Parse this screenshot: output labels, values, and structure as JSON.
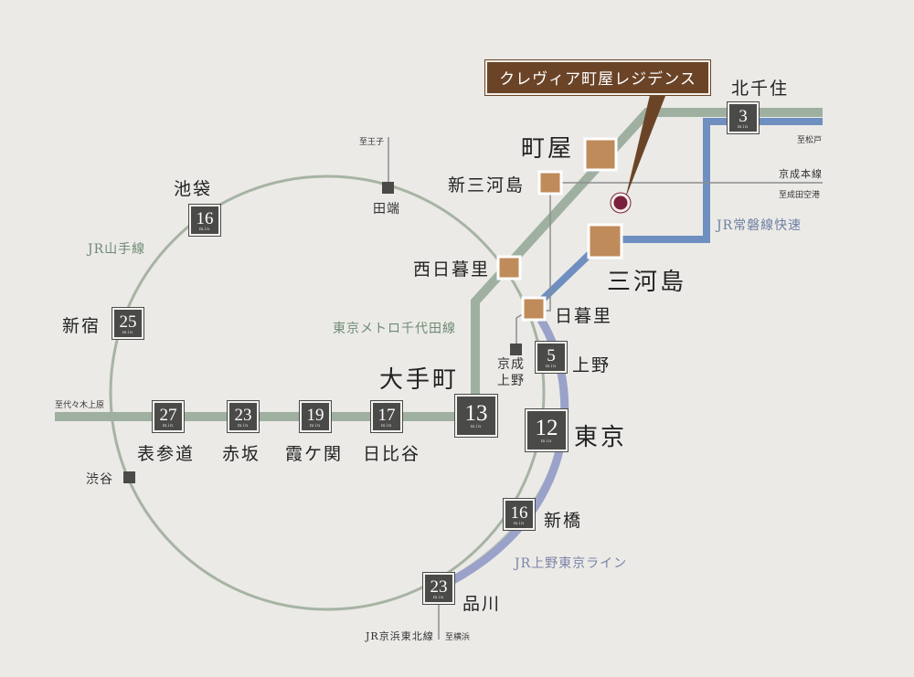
{
  "destination": {
    "name": "クレヴィア町屋レジデンス"
  },
  "colors": {
    "yamanote": "#a7b3a3",
    "chiyoda": "#9fb0a1",
    "joban": "#6f8fc0",
    "ueno_tokyo": "#9aa2c9",
    "station": "#c08b5a",
    "dest": "#6b4428",
    "pin": "#7a1f3c"
  },
  "lines": {
    "yamanote": "JR山手線",
    "chiyoda": "東京メトロ千代田線",
    "joban": "JR常磐線快速",
    "ueno_tokyo": "JR上野東京ライン",
    "keihin_tohoku": "JR京浜東北線",
    "keisei": "京成本線"
  },
  "directions": {
    "oji": "至王子",
    "yoyogi_uehara": "至代々木上原",
    "matsudo": "至松戸",
    "narita": "至成田空港",
    "yokohama": "至横浜"
  },
  "minute_unit": "min",
  "stations": {
    "kitasenju": {
      "name": "北千住",
      "min": "3"
    },
    "machiya": {
      "name": "町屋"
    },
    "shinmikawashima": {
      "name": "新三河島"
    },
    "mikawashima": {
      "name": "三河島"
    },
    "nishinippori": {
      "name": "西日暮里"
    },
    "nippori": {
      "name": "日暮里"
    },
    "tabata": {
      "name": "田端"
    },
    "ikebukuro": {
      "name": "池袋",
      "min": "16"
    },
    "shinjuku": {
      "name": "新宿",
      "min": "25"
    },
    "shibuya": {
      "name": "渋谷"
    },
    "keisei_ueno": {
      "name": "京成上野"
    },
    "ueno": {
      "name": "上野",
      "min": "5"
    },
    "otemachi": {
      "name": "大手町",
      "min": "13"
    },
    "tokyo": {
      "name": "東京",
      "min": "12"
    },
    "shimbashi": {
      "name": "新橋",
      "min": "16"
    },
    "shinagawa": {
      "name": "品川",
      "min": "23"
    },
    "omotesando": {
      "name": "表参道",
      "min": "27"
    },
    "akasaka": {
      "name": "赤坂",
      "min": "23"
    },
    "kasumigaseki": {
      "name": "霞ケ関",
      "min": "19"
    },
    "hibiya": {
      "name": "日比谷",
      "min": "17"
    }
  }
}
